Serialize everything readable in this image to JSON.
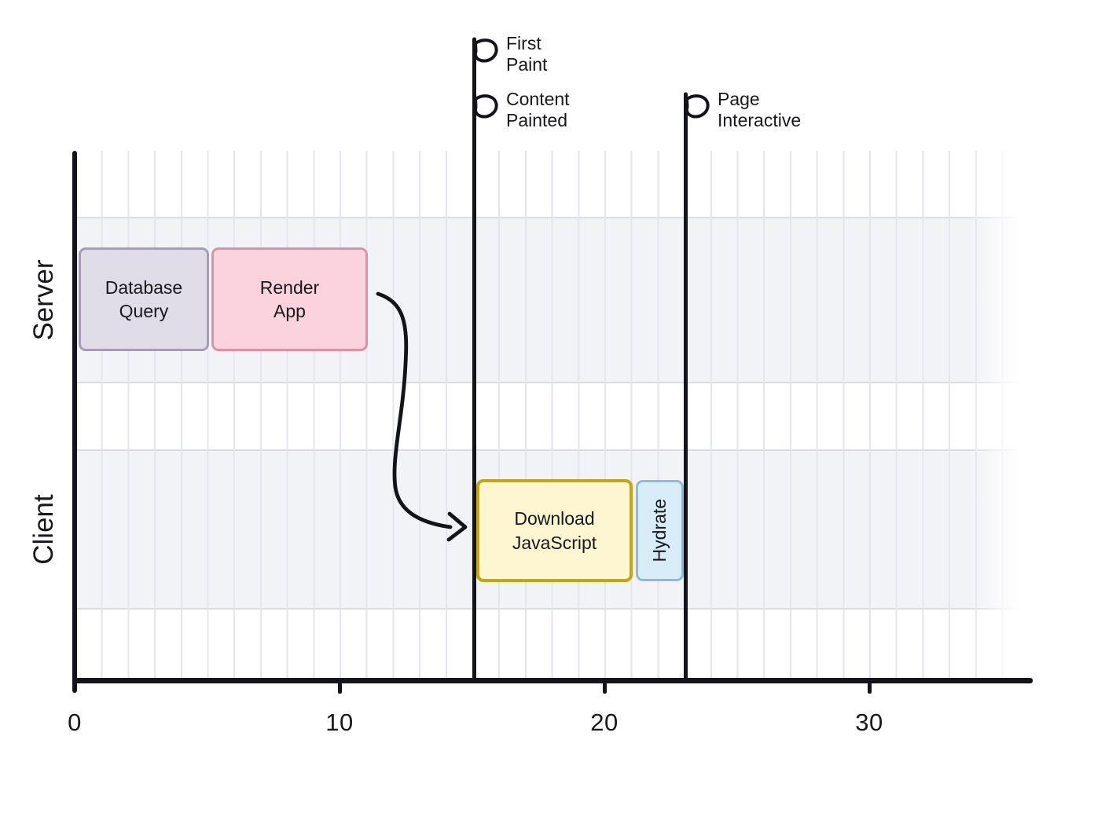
{
  "figure": {
    "lanes": {
      "server": {
        "label": "Server"
      },
      "client": {
        "label": "Client"
      }
    },
    "tasks": {
      "database_query": {
        "label": "Database\nQuery"
      },
      "render_app": {
        "label": "Render\nApp"
      },
      "download_js": {
        "label": "Download\nJavaScript"
      },
      "hydrate": {
        "label": "Hydrate"
      }
    },
    "milestones": {
      "first_paint": {
        "label": "First\nPaint"
      },
      "content_painted": {
        "label": "Content\nPainted"
      },
      "page_interactive": {
        "label": "Page\nInteractive"
      }
    },
    "axis": {
      "ticks": [
        "0",
        "10",
        "20",
        "30"
      ]
    },
    "colors": {
      "database_query_fill": "#dfdbe7",
      "database_query_border": "#a69cb6",
      "render_app_fill": "#fbd3df",
      "render_app_border": "#db91a8",
      "download_js_fill": "#fdf6d0",
      "download_js_border": "#c5a60f",
      "hydrate_fill": "#d8ecf8",
      "hydrate_border": "#8fbcd4",
      "lane_band": "#f2f3f7",
      "gridline": "#e4e6ee",
      "ink": "#131419"
    }
  },
  "chart_data": {
    "type": "gantt",
    "title": "",
    "xlabel": "",
    "ylabel": "",
    "x_ticks": [
      0,
      10,
      20,
      30
    ],
    "xlim": [
      0,
      36
    ],
    "grid": "vertical minor gridlines every 1 unit",
    "legend_position": "none",
    "lanes": [
      {
        "name": "Server",
        "tasks": [
          {
            "label": "Database Query",
            "start": 0,
            "end": 5
          },
          {
            "label": "Render App",
            "start": 5,
            "end": 11
          }
        ]
      },
      {
        "name": "Client",
        "tasks": [
          {
            "label": "Download JavaScript",
            "start": 15,
            "end": 21
          },
          {
            "label": "Hydrate",
            "start": 21,
            "end": 23
          }
        ]
      }
    ],
    "milestones": [
      {
        "label": "First Paint",
        "time": 15
      },
      {
        "label": "Content Painted",
        "time": 15
      },
      {
        "label": "Page Interactive",
        "time": 23
      }
    ],
    "annotations": [
      {
        "type": "arrow",
        "from": "Render App",
        "to": "Download JavaScript"
      }
    ]
  }
}
